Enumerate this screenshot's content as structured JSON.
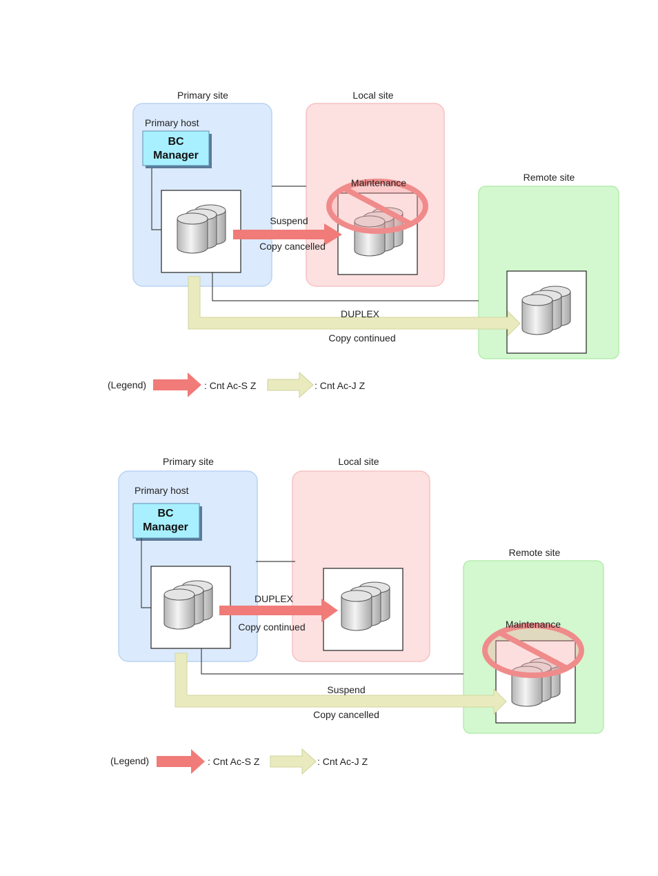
{
  "diagrams": [
    {
      "primary_site": "Primary site",
      "local_site": "Local site",
      "remote_site": "Remote site",
      "primary_host": "Primary host",
      "bc_manager_line1": "BC",
      "bc_manager_line2": "Manager",
      "maintenance": "Maintenance",
      "red_status_1": "Suspend",
      "red_status_2": "Copy cancelled",
      "yellow_status_1": "DUPLEX",
      "yellow_status_2": "Copy continued",
      "legend_label": "(Legend)",
      "legend_red": ": Cnt Ac-S Z",
      "legend_yellow": ": Cnt Ac-J Z"
    },
    {
      "primary_site": "Primary site",
      "local_site": "Local site",
      "remote_site": "Remote site",
      "primary_host": "Primary host",
      "bc_manager_line1": "BC",
      "bc_manager_line2": "Manager",
      "maintenance": "Maintenance",
      "red_status_1": "DUPLEX",
      "red_status_2": "Copy continued",
      "yellow_status_1": "Suspend",
      "yellow_status_2": "Copy cancelled",
      "legend_label": "(Legend)",
      "legend_red": ": Cnt Ac-S Z",
      "legend_yellow": ": Cnt Ac-J Z"
    }
  ],
  "colors": {
    "primary_site_fill": "#dbeafc",
    "local_site_fill": "#fde0e0",
    "remote_site_fill": "#d3f8cf",
    "red_arrow": "#f07b78",
    "yellow_arrow": "#e9ebbf",
    "bc_manager_fill": "#a8f0ff"
  },
  "icons": [
    "database-icon",
    "prohibited-icon",
    "arrow-icon"
  ]
}
